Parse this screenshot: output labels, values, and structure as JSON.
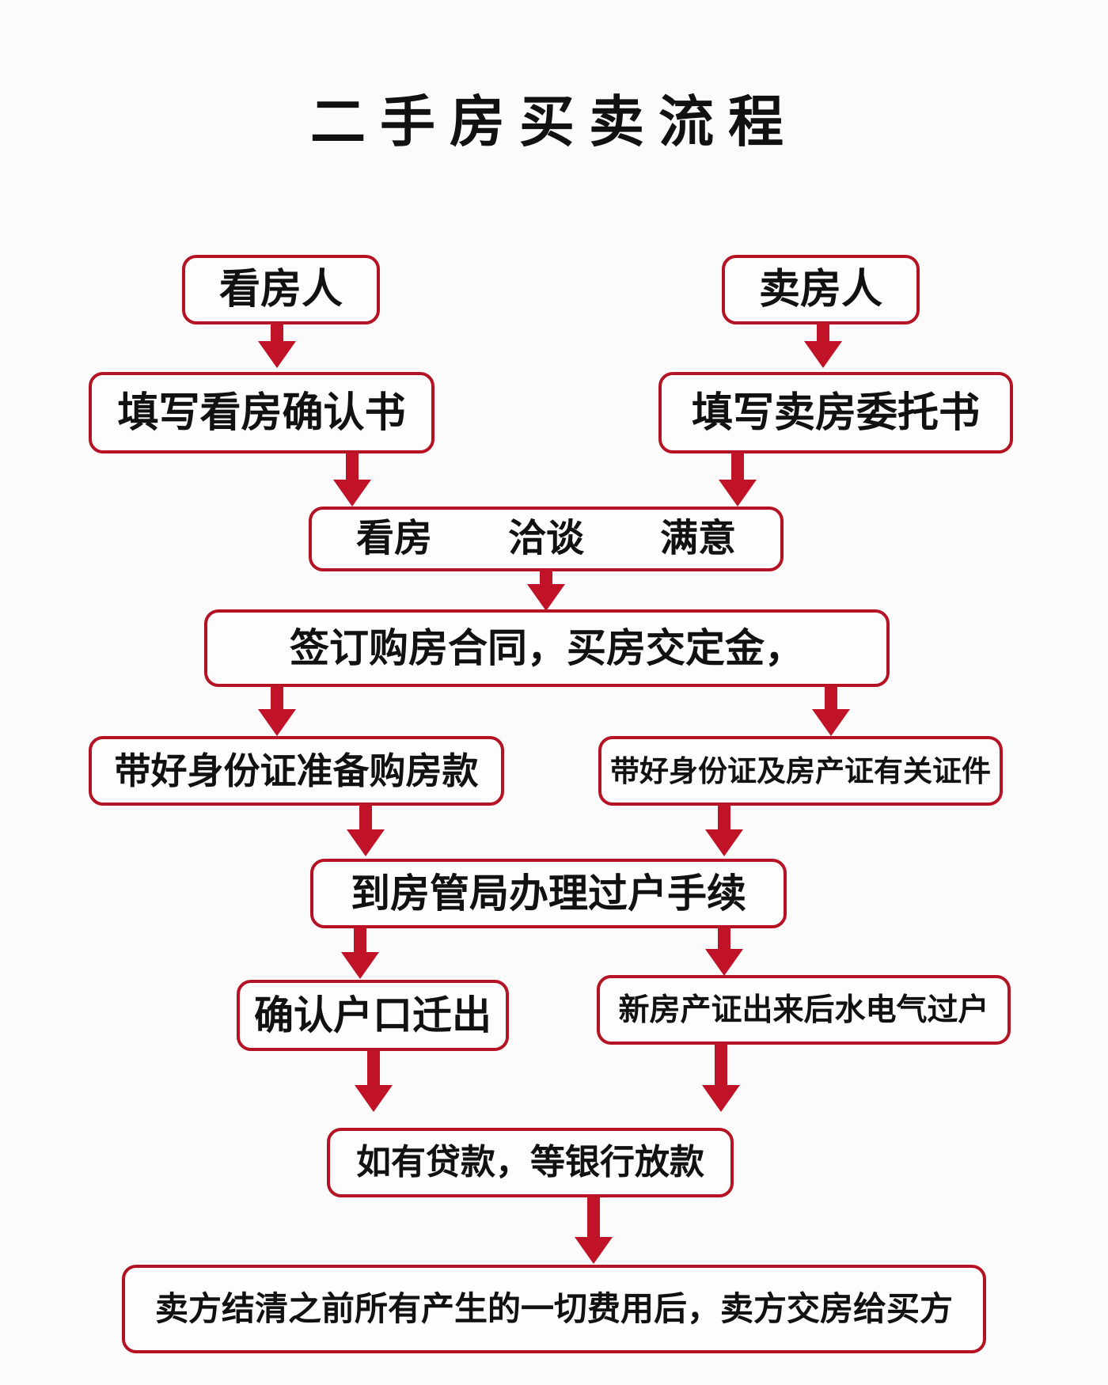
{
  "title": "二手房买卖流程",
  "colors": {
    "line_red": "#b51223",
    "arrow_red": "#c01328",
    "text": "#111111",
    "background": "#fbfbfb"
  },
  "nodes": {
    "buyer": {
      "label": "看房人"
    },
    "seller": {
      "label": "卖房人"
    },
    "buyer_form": {
      "label": "填写看房确认书"
    },
    "seller_form": {
      "label": "填写卖房委托书"
    },
    "viewing": {
      "steps": [
        "看房",
        "洽谈",
        "满意"
      ]
    },
    "contract": {
      "label": "签订购房合同，买房交定金，"
    },
    "buyer_prepare": {
      "label": "带好身份证准备购房款"
    },
    "seller_prepare": {
      "label": "带好身份证及房产证有关证件"
    },
    "transfer": {
      "label": "到房管局办理过户手续"
    },
    "hukou": {
      "label": "确认户口迁出"
    },
    "new_cert": {
      "label": "新房产证出来后水电气过户"
    },
    "loan": {
      "label": "如有贷款，等银行放款"
    },
    "handover": {
      "label": "卖方结清之前所有产生的一切费用后，卖方交房给买方"
    }
  }
}
